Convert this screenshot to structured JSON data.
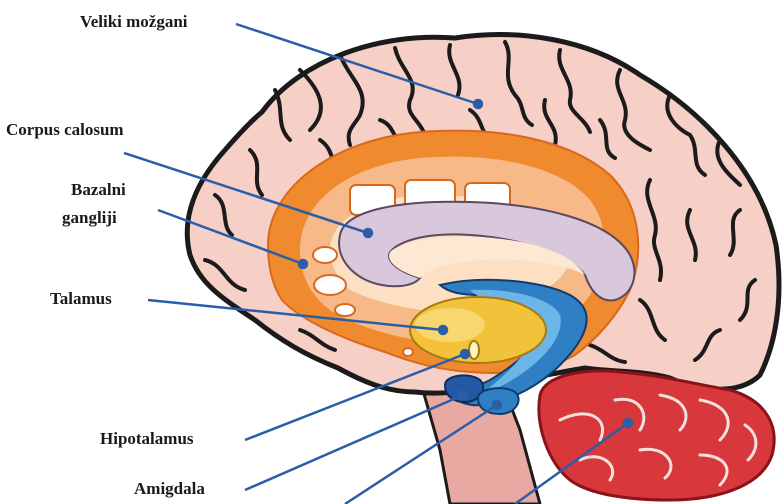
{
  "labels": {
    "cerebrum": "Veliki možgani",
    "corpus_callosum": "Corpus calosum",
    "basal_ganglia_line1": "Bazalni",
    "basal_ganglia_line2": "gangliji",
    "thalamus": "Talamus",
    "hypothalamus": "Hipotalamus",
    "amygdala": "Amigdala"
  },
  "colors": {
    "cortex": "#f6cfc6",
    "sulci": "#1b1b1b",
    "limbic_ring": "#ef8a2e",
    "corpus_callosum": "#d9c8dc",
    "thalamus": "#f1c23a",
    "hippocampus": "#2f7fc4",
    "cerebellum": "#d8383b",
    "brainstem": "#e8a9a3",
    "leader_lines": "#2b5ea8"
  }
}
